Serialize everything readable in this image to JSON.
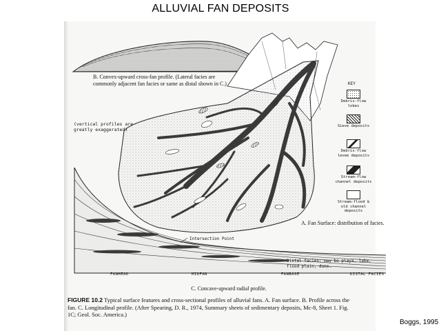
{
  "title": "ALLUVIAL FAN DEPOSITS",
  "profile_b_caption": "B. Convex-upward cross-fan profile. (Lateral facies are commonly adjacent fan facies or same as distal shown in C.)",
  "vertical_note": "(vertical profiles are greatly exaggerated)",
  "fan_surface_caption": "A. Fan Surface: distribution of facies.",
  "key": {
    "title": "KEY",
    "items": [
      {
        "label": "Debris-flow lobes",
        "swatch": "debris-flow-lobes-swatch"
      },
      {
        "label": "Sieve deposits",
        "swatch": "sieve-deposits-swatch"
      },
      {
        "label": "Debris-flow levee deposits",
        "swatch": "levee-deposits-swatch"
      },
      {
        "label": "Stream-flow channel deposits",
        "swatch": "stream-flow-swatch"
      },
      {
        "label": "Stream-flood & old channel deposits",
        "swatch": "stream-flood-swatch"
      }
    ]
  },
  "profile_c": {
    "intersection_label": "Intersection Point",
    "distal_label": "Distal facies: may be playa, lake, flood plain, dune.",
    "axis_labels": [
      "FANHEAD",
      "MIDFAN",
      "FANBASE",
      "DISTAL FACIES"
    ],
    "caption": "C. Concave-upward radial profile."
  },
  "figure_caption": {
    "number": "FIGURE 10.2",
    "text": "Typical surface features and cross-sectional profiles of alluvial fans. A. Fan surface. B. Profile across the fan. C. Longitudinal profile. (After Spearing, D. R., 1974, Summary sheets of sedimentary deposits, Mc-8, Sheet 1. Fig. 1C; Geol. Soc. America.)"
  },
  "credit": "Boggs, 1995"
}
